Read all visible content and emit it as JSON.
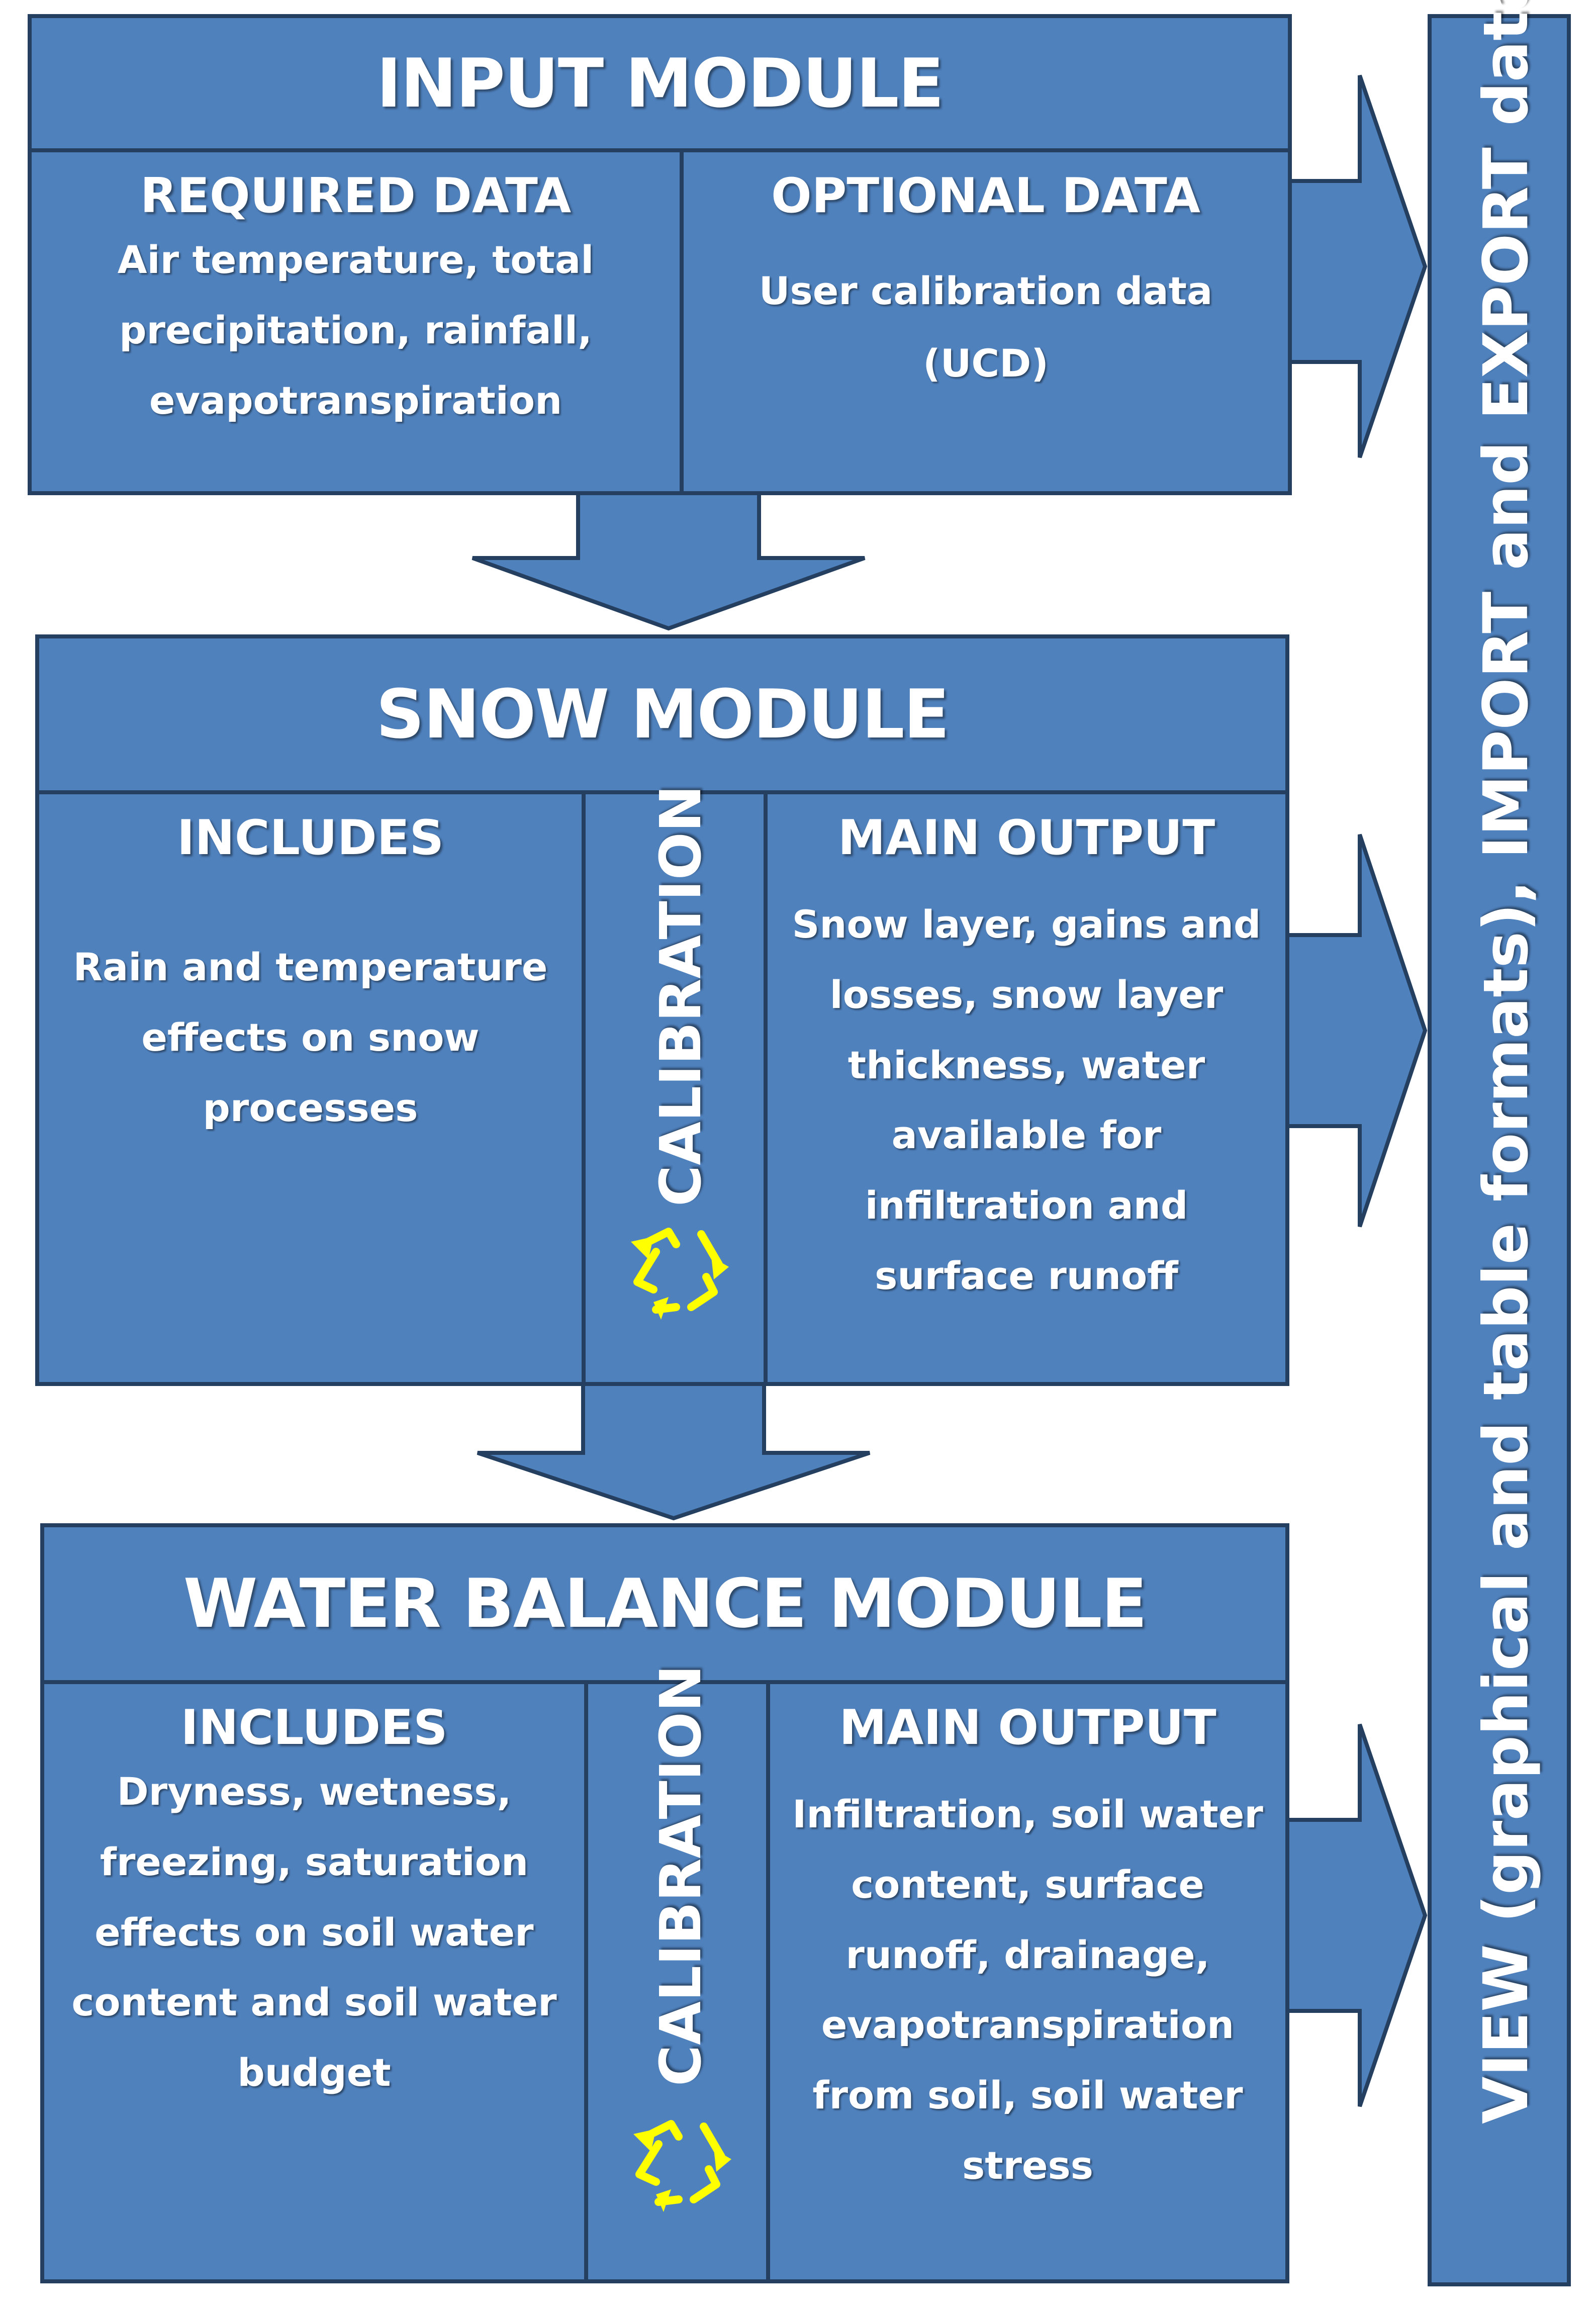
{
  "input_module": {
    "title": "INPUT MODULE",
    "required": {
      "heading": "REQUIRED DATA",
      "text": "Air temperature, total\nprecipitation, rainfall,\nevapotranspiration"
    },
    "optional": {
      "heading": "OPTIONAL DATA",
      "text": "User calibration data\n(UCD)"
    }
  },
  "snow_module": {
    "title": "SNOW MODULE",
    "includes": {
      "heading": "INCLUDES",
      "text": "Rain and temperature\neffects on snow\nprocesses"
    },
    "calibration": "CALIBRATION",
    "main_output": {
      "heading": "MAIN OUTPUT",
      "text": "Snow layer, gains and\nlosses,  snow layer\nthickness, water\navailable for\ninfiltration and\nsurface runoff"
    }
  },
  "water_balance_module": {
    "title": "WATER BALANCE MODULE",
    "includes": {
      "heading": "INCLUDES",
      "text": "Dryness, wetness,\nfreezing, saturation\neffects on soil water\ncontent and soil water\nbudget"
    },
    "calibration": "CALIBRATION",
    "main_output": {
      "heading": "MAIN OUTPUT",
      "text": "Infiltration, soil water\ncontent, surface\nrunoff, drainage,\nevapotranspiration\nfrom soil, soil water\nstress"
    }
  },
  "view_panel": {
    "text": "VIEW (graphical and table formats), IMPORT and EXPORT data"
  },
  "colors": {
    "box_fill": "#4f81bd",
    "box_border": "#253f60",
    "text": "#ffffff",
    "recycle_icon": "#ffff00"
  },
  "icons": [
    "arrow-down-icon",
    "arrow-right-icon",
    "recycle-icon"
  ]
}
